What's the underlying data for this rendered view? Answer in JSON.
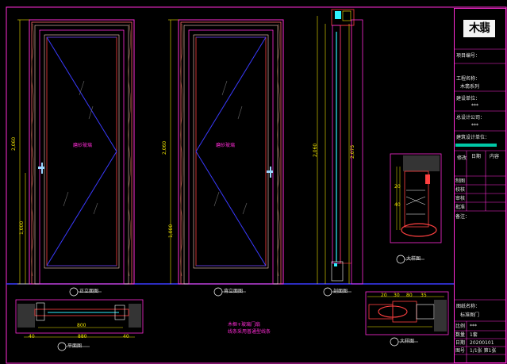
{
  "drawing": {
    "glass_label_left": "磨砂玻璃",
    "glass_label_right": "磨砂玻璃",
    "dim_height_left": "2,060",
    "dim_handle_left": "1,000",
    "dim_height_right": "2,060",
    "dim_handle_right": "1,000",
    "dim_frame_total": "2,075",
    "view_front_left": "正立面图",
    "view_front_right": "背立面图",
    "view_section": "剖面图",
    "view_plan": "平面图",
    "view_detail_a": "大样图",
    "view_detail_b": "大样图",
    "plan_dim_inner": "800",
    "plan_dim_outer": "880",
    "plan_dim_left": "40",
    "plan_dim_right": "40",
    "note_line1": "木框+玻璃门扇",
    "note_line2": "线条采用普通型线条",
    "detail_dims": [
      "20",
      "30",
      "80",
      "35",
      "40",
      "20"
    ]
  },
  "title_block": {
    "logo_text": "木翡",
    "project_no_label": "项目编号：",
    "project_name_label": "工程名称：",
    "project_name_value": "木翡系列",
    "design_unit_label": "建设单位：",
    "design_unit_value": "***",
    "general_design_label": "总设计公司：",
    "general_design_value": "***",
    "sub_design_label": "建筑设计单位：",
    "revision_label": "修改",
    "date_col": "日期",
    "content_col": "内容",
    "rows": [
      "制图",
      "校核",
      "审核",
      "批准"
    ],
    "remarks_label": "备注：",
    "drawing_name_label": "图纸名称：",
    "drawing_name_value": "标准图门",
    "scale_label": "比例",
    "scale_value": "***",
    "qty_label": "数量",
    "qty_value": "1套",
    "date_label": "日期",
    "date_value": "20200101",
    "sheet_label": "图号",
    "sheet_value": "1/1张  第1张"
  }
}
